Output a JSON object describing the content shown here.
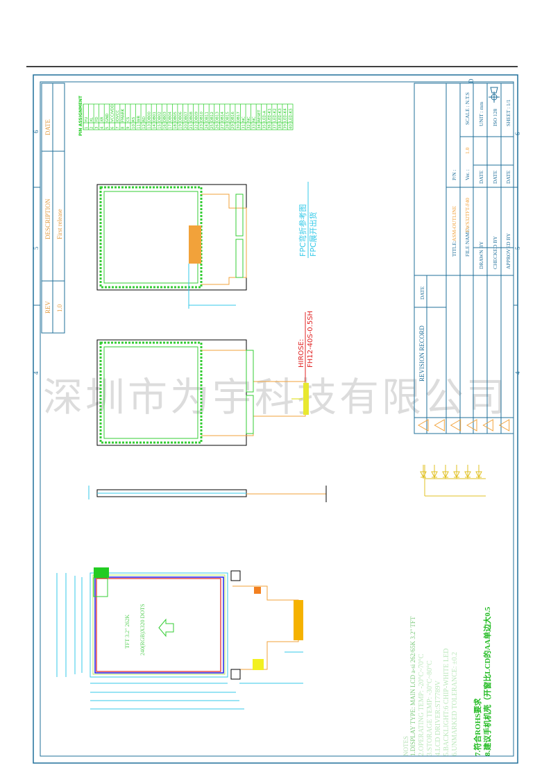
{
  "watermark": "深圳市为宇科技有限公司",
  "grid_markers": {
    "top": [
      "6",
      "5",
      "4"
    ],
    "right": [
      "D"
    ],
    "bottom": [
      "6",
      "5",
      "4"
    ]
  },
  "revision_table": {
    "headers": {
      "rev": "REV",
      "description": "DESCRIPTION",
      "date": "DATE"
    },
    "row": {
      "rev": "1.0",
      "description": "First release",
      "date": ""
    }
  },
  "title_block": {
    "revision_record": "REVISION RECORD",
    "revision_date": "DATE",
    "title_label": "TITLE:",
    "title_value": "ASM-OUTLINE",
    "file_name_label": "FILE NAME :",
    "file_name_value": "FWS32TFT-F40",
    "pn_label": "P/N :",
    "ver_label": "Ver. :",
    "ver_value": "1.0",
    "scale": "SCALE : N.T.S",
    "unit": "UNIT : mm",
    "projection": "ISO 128",
    "sheet": "SHEET : 1/1",
    "drawn_by": "DRAWN BY",
    "checked_by": "CHECKED BY",
    "approved_by": "APPROVED BY",
    "date_label": "DATE",
    "revision_triangles": 6
  },
  "pin_assignment": {
    "title": "PIN ASSIGNMENT",
    "pins": [
      "YU",
      "XL",
      "YD",
      "XR",
      "GND",
      "VCC/VDD",
      "IOVCC",
      "FMARK",
      "CS",
      "RS",
      "WR",
      "RD",
      "DB00",
      "DB01",
      "DB02",
      "DB03",
      "DB04",
      "DB05",
      "DB06",
      "DB07",
      "DB08",
      "DB09",
      "DB10",
      "DB11",
      "DB12",
      "DB13",
      "DB14",
      "DB15",
      "DB16",
      "DB17",
      "NC",
      "NC",
      "NC",
      "RESET",
      "LED-A",
      "LED-K1",
      "LED-K2",
      "LED-K3",
      "LED-K4",
      "LED-K5"
    ]
  },
  "fpc_note": {
    "line1": "FPC弯折参考图",
    "line2": "FPC展开出货"
  },
  "connector": {
    "line1": "HIROSE:",
    "line2": "FH12-40S-0.5SH"
  },
  "lcd_front": {
    "line1": "TFT 3.2\" 262K",
    "line2": "240(RGB)X320 DOTS"
  },
  "notes": {
    "title": "NOTES",
    "items": [
      "1.DISPLAY TYPE: MAIN LCD a-si 262/65K 3.2\" TFT",
      "2.OPERATING TEMP: -20°C~70°C",
      "3.STORAGE TEMP: -30°C~80°C",
      "4.LCD DRIVER:ST7789V",
      "5.BACKLIGHT:6 CHIP-WHITE LED",
      "6.UNMARKED TOLERANCE: ±0.2",
      "7.符合ROHS要求",
      "8.建议手机机壳（开窗比LCD的AA单边大0.5"
    ]
  },
  "colors": {
    "frame": "#1f6f9a",
    "notes": "#9fdc9f",
    "accent_green": "#22cc22",
    "orange": "#f2a23a",
    "red": "#e02020",
    "cyan": "#33c9e8"
  }
}
